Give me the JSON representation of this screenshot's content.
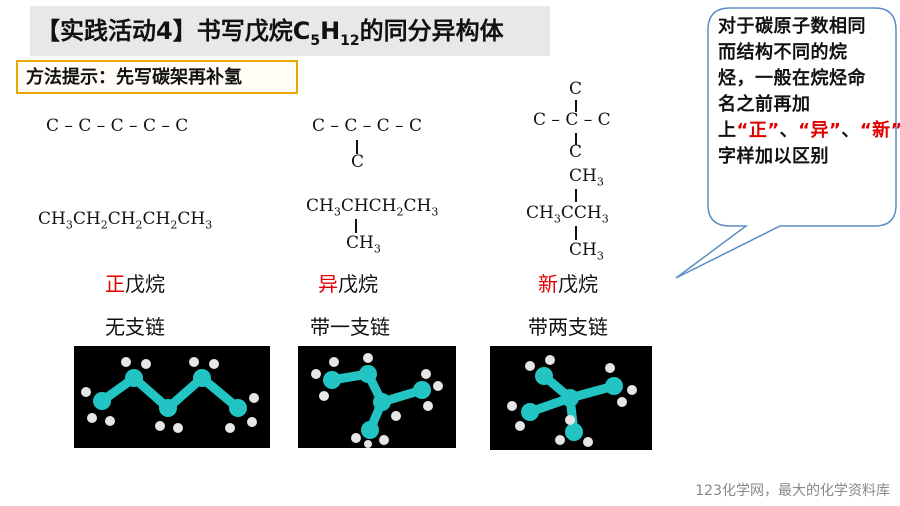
{
  "title": {
    "prefix": "【实践活动4】书写戊烷C",
    "s1": "5",
    "mid": "H",
    "s2": "12",
    "suffix": "的同分异构体"
  },
  "hint": "方法提示：先写碳架再补氢",
  "skeletons": {
    "normal": "C – C – C – C – C",
    "iso_main": "C – C – C – C",
    "iso_branch": "C",
    "neo_top": "C",
    "neo_mid": "C – C – C",
    "neo_bottom": "C"
  },
  "formulas": {
    "normal": {
      "a": "CH",
      "b": "3",
      "c": "CH",
      "d": "2",
      "e": "CH",
      "f": "2",
      "g": "CH",
      "h": "2",
      "i": "CH",
      "j": "3"
    },
    "iso_main": {
      "a": "CH",
      "b": "3",
      "c": "CHCH",
      "d": "2",
      "e": "CH",
      "f": "3"
    },
    "iso_branch": {
      "a": "CH",
      "b": "3"
    },
    "neo_top": {
      "a": "CH",
      "b": "3"
    },
    "neo_mid": {
      "a": "CH",
      "b": "3",
      "c": "CCH",
      "d": "3"
    },
    "neo_bottom": {
      "a": "CH",
      "b": "3"
    }
  },
  "names": [
    {
      "prefix": "正",
      "rest": "戊烷"
    },
    {
      "prefix": "异",
      "rest": "戊烷"
    },
    {
      "prefix": "新",
      "rest": "戊烷"
    }
  ],
  "branches": [
    "无支链",
    "带一支链",
    "带两支链"
  ],
  "bubble": {
    "line1": "对于碳原子数相同而结构不同的烷烃，一般在烷烃命名之前再加上",
    "q1": "“正”",
    "sep1": "、",
    "q2": "“异”",
    "sep2": "、",
    "q3": "“新”",
    "line2": "等字样加以区别"
  },
  "footer": "123化学网，最大的化学资料库",
  "colors": {
    "carbon": "#22c4c4",
    "hydrogen": "#e6e6e6",
    "accent_red": "#e00000",
    "hint_border": "#e6a800"
  }
}
